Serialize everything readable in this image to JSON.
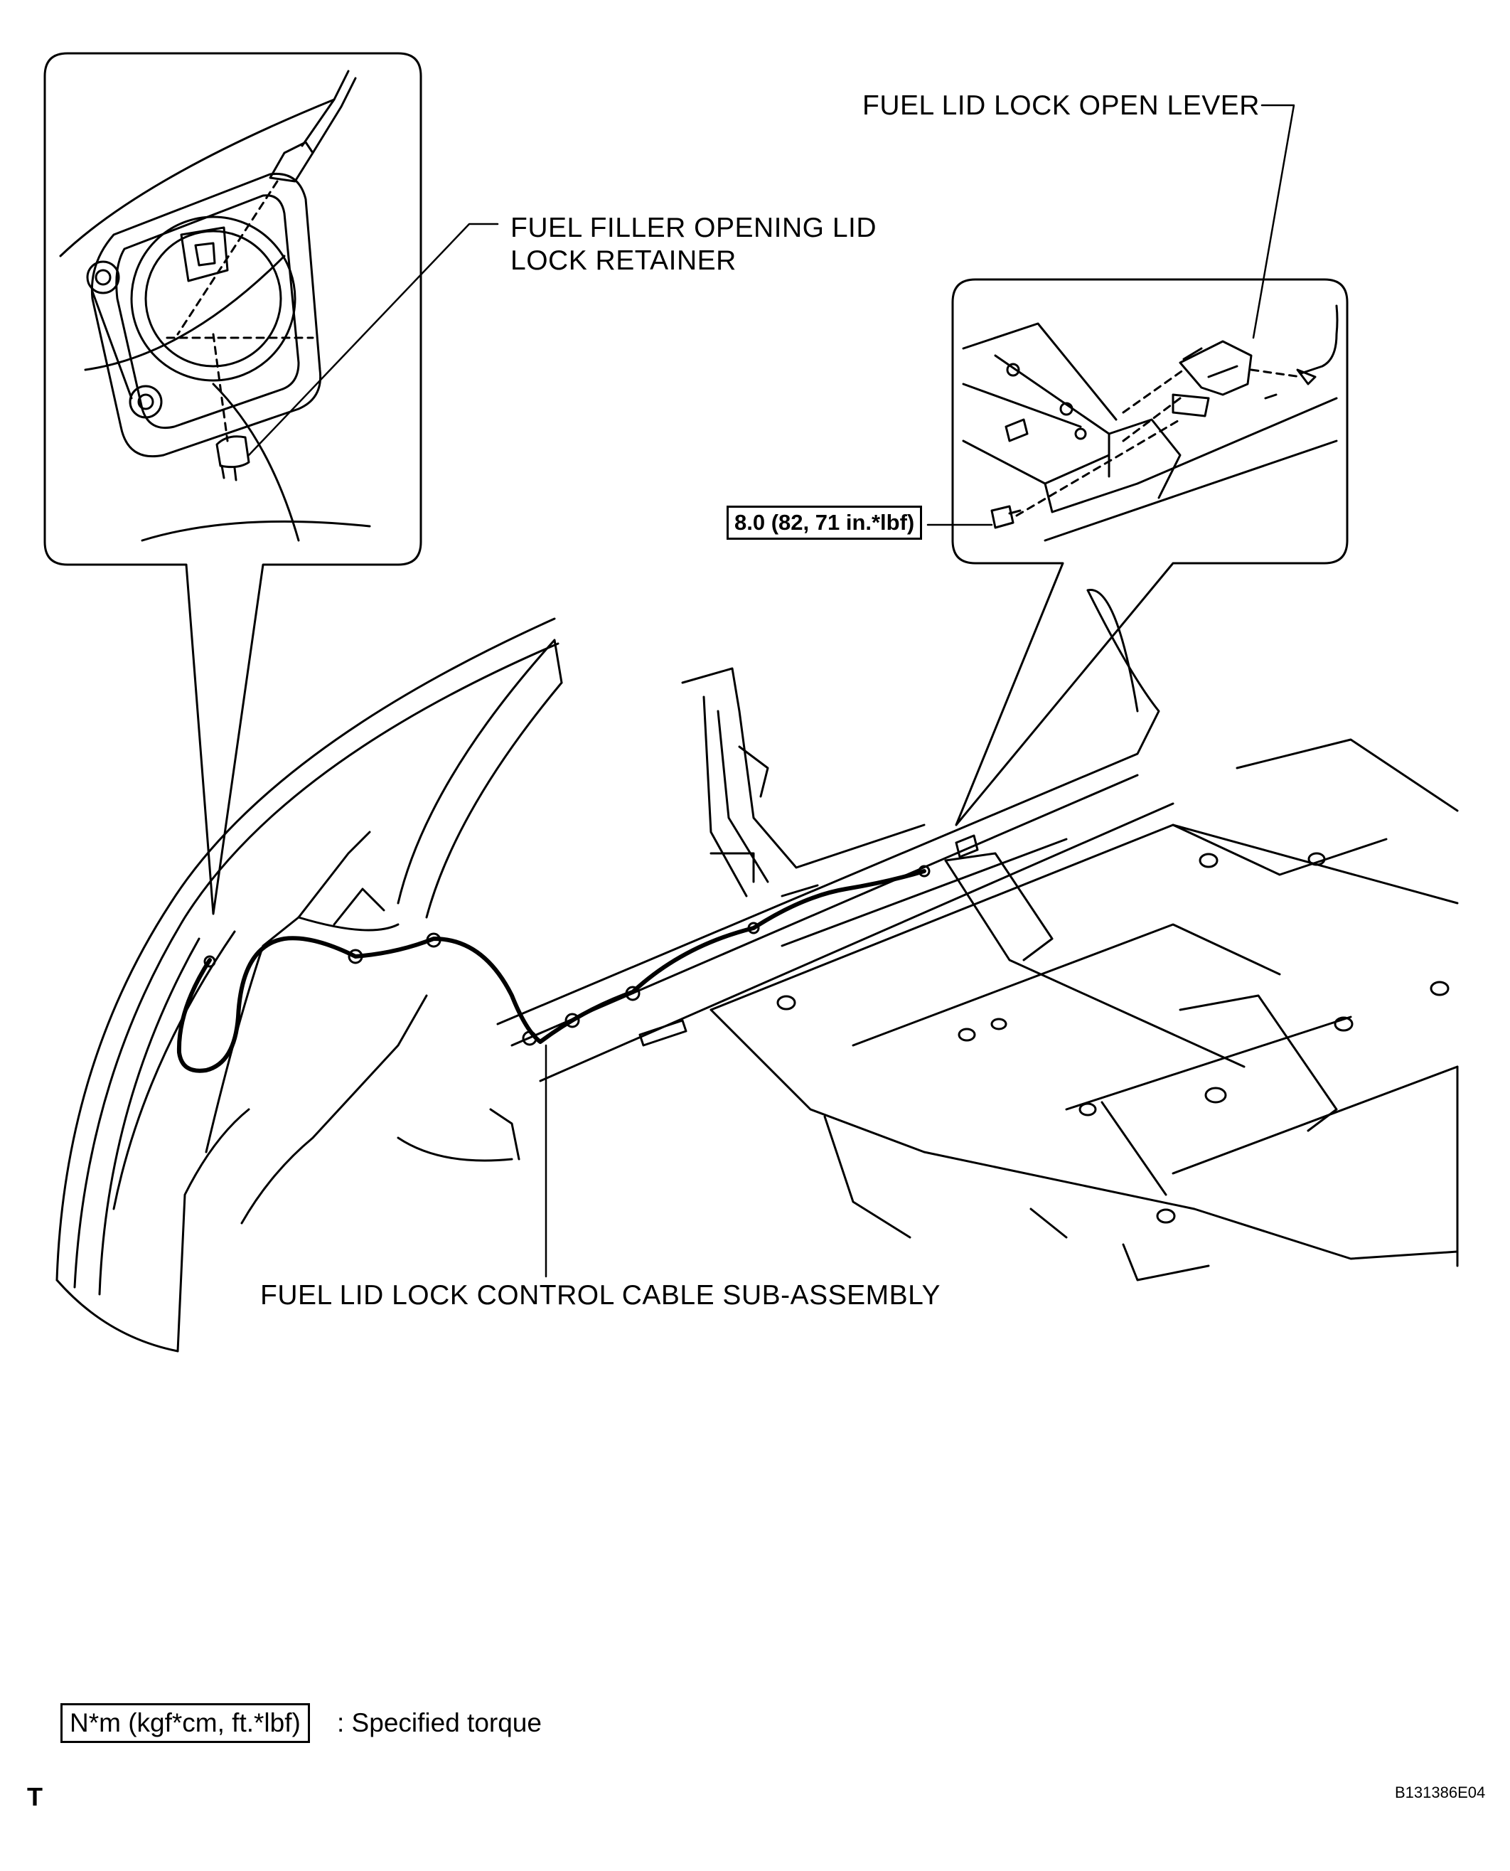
{
  "labels": {
    "fuel_filler_opening_lid_lock_retainer_line1": "FUEL FILLER OPENING LID",
    "fuel_filler_opening_lid_lock_retainer_line2": "LOCK RETAINER",
    "fuel_lid_lock_open_lever": "FUEL LID LOCK OPEN LEVER",
    "fuel_lid_lock_control_cable_sub_assembly": "FUEL LID LOCK CONTROL CABLE SUB-ASSEMBLY"
  },
  "torque_spec": "8.0 (82, 71 in.*lbf)",
  "legend": {
    "box_text": "N*m (kgf*cm, ft.*lbf)",
    "description": ": Specified torque"
  },
  "corner_mark": "T",
  "figure_code": "B131386E04"
}
